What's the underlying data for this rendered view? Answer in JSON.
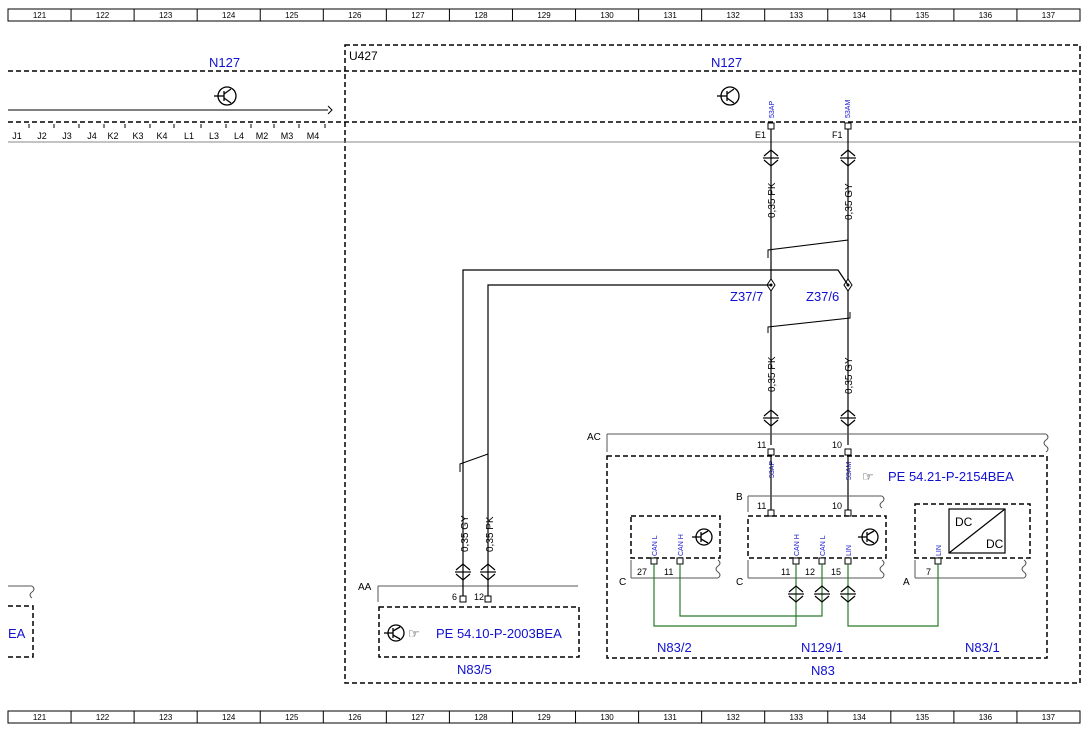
{
  "ruler": {
    "columns": [
      "121",
      "122",
      "123",
      "124",
      "125",
      "126",
      "127",
      "128",
      "129",
      "130",
      "131",
      "132",
      "133",
      "134",
      "135",
      "136",
      "137"
    ]
  },
  "modules": {
    "n127_left": "N127",
    "n127_right": "N127",
    "u427": "U427",
    "aa": "AA",
    "ac": "AC",
    "b": "B",
    "c1": "C",
    "c2": "C",
    "a": "A",
    "n83_5": "N83/5",
    "n83_2": "N83/2",
    "n129_1": "N129/1",
    "n83_1": "N83/1",
    "n83": "N83",
    "ea": "EA"
  },
  "fuses": [
    "J1",
    "J2",
    "J3",
    "J4",
    "K2",
    "K3",
    "K4",
    "L1",
    "L3",
    "L4",
    "M2",
    "M3",
    "M4"
  ],
  "connectors": {
    "e1": "E1",
    "f1": "F1",
    "z37_7": "Z37/7",
    "z37_6": "Z37/6"
  },
  "signals": {
    "s53ap_top": "53AP",
    "s53am_top": "53AM",
    "s53ap_mid": "53AP",
    "s53am_mid": "53AM",
    "can_l_1": "CAN L",
    "can_h_1": "CAN H",
    "can_h_2": "CAN H",
    "can_l_2": "CAN L",
    "lin_1": "LIN",
    "lin_2": "LIN"
  },
  "wires": {
    "w1": "0,35 PK",
    "w2": "0,35 GY",
    "w3": "0,35 PK",
    "w4": "0,35 GY",
    "w5": "0,35 GY",
    "w6": "0,35 PK"
  },
  "pins": {
    "p11a": "11",
    "p10a": "10",
    "p11b": "11",
    "p10b": "10",
    "p27": "27",
    "p11c": "11",
    "p11d": "11",
    "p12a": "12",
    "p15": "15",
    "p7": "7",
    "p6": "6",
    "p12b": "12"
  },
  "references": {
    "pe_5421": "PE 54.21-P-2154BEA",
    "pe_5410": "PE 54.10-P-2003BEA"
  },
  "dcdc": {
    "in": "DC",
    "out": "DC"
  }
}
